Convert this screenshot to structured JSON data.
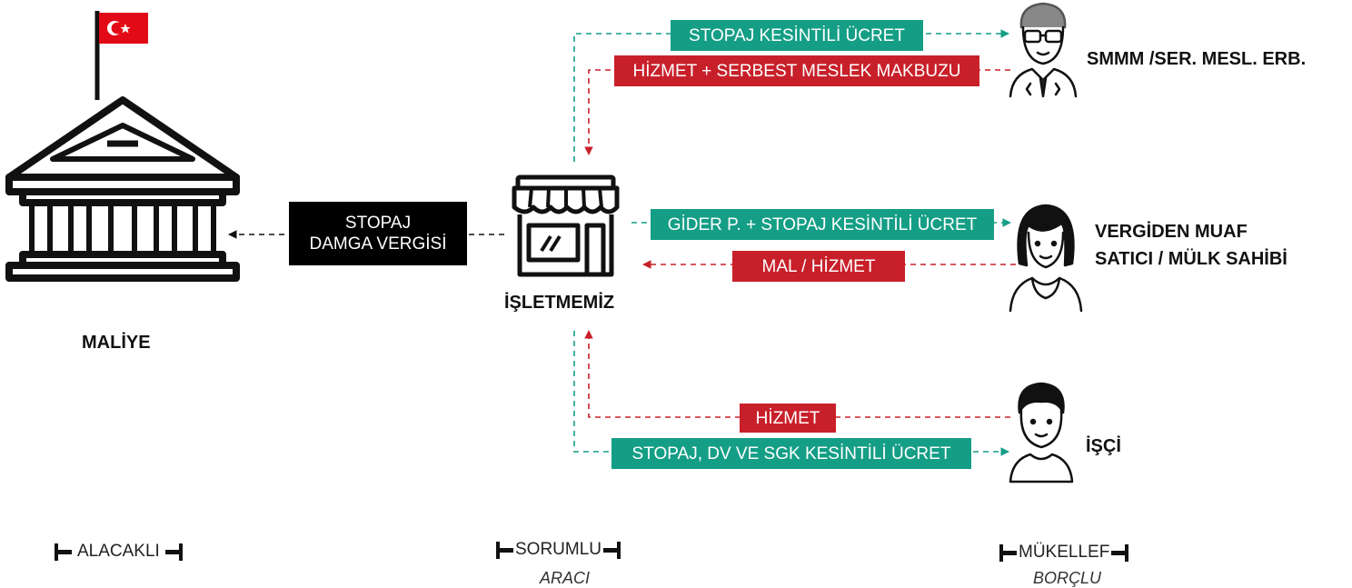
{
  "nodes": {
    "maliye": "MALİYE",
    "isletme": "İŞLETMEMİZ",
    "smmm": "SMMM /SER. MESL. ERB.",
    "muaf_line1": "VERGİDEN MUAF",
    "muaf_line2": "SATICI / MÜLK SAHİBİ",
    "isci": "İŞÇİ"
  },
  "flows": {
    "tax_line1": "STOPAJ",
    "tax_line2": "DAMGA VERGİSİ",
    "smmm_payment": "STOPAJ KESİNTİLİ ÜCRET",
    "smmm_receipt": "HİZMET + SERBEST MESLEK MAKBUZU",
    "muaf_payment": "GİDER P. +  STOPAJ KESİNTİLİ ÜCRET",
    "muaf_goods": "MAL / HİZMET",
    "isci_service": "HİZMET",
    "isci_payment": "STOPAJ, DV VE SGK KESİNTİLİ ÜCRET"
  },
  "roles": {
    "alacakli": "ALACAKLI",
    "sorumlu": "SORUMLU",
    "sorumlu_sub": "ARACI",
    "mukellef": "MÜKELLEF",
    "mukellef_sub": "BORÇLU"
  },
  "colors": {
    "teal": "#159e86",
    "red": "#c8202a",
    "black": "#000000",
    "flag": "#e30a17"
  },
  "icons": [
    "flag-icon",
    "government-building-icon",
    "shop-icon",
    "accountant-icon",
    "woman-icon",
    "worker-icon"
  ]
}
